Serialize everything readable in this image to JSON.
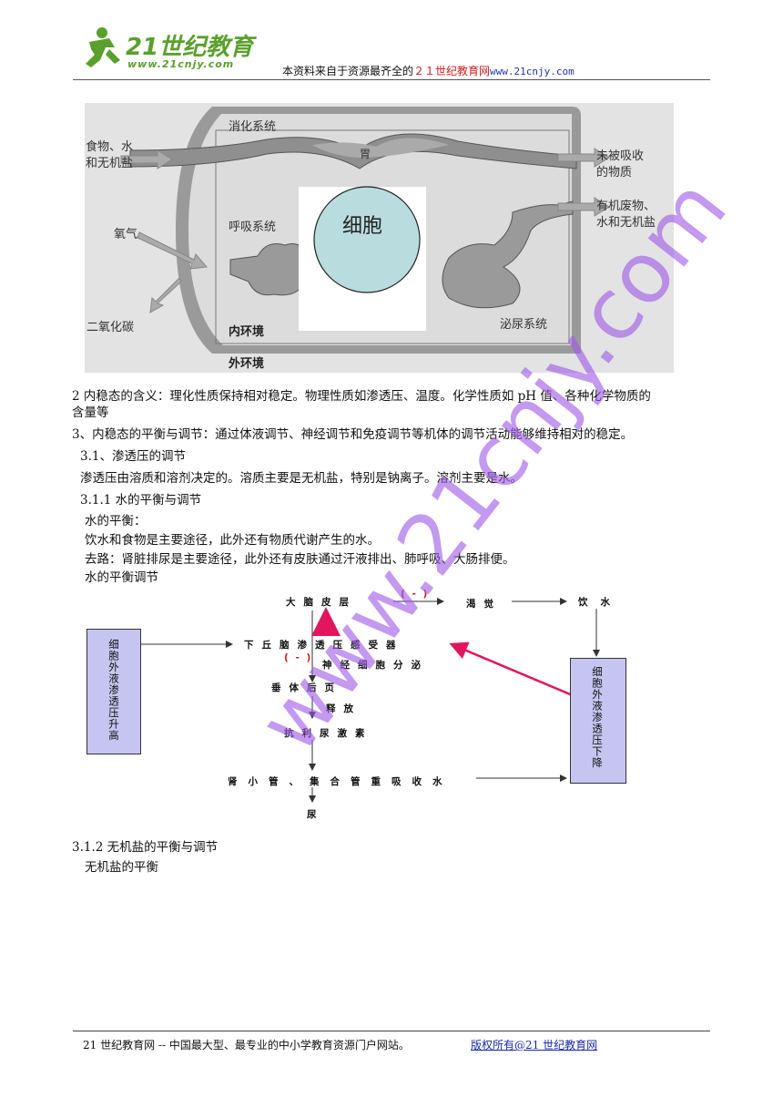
{
  "header": {
    "logo_text": "21世纪教育",
    "logo_url": "www.21cnjy.com",
    "source_prefix": "本资料来自于资源最齐全的",
    "source_site": "２１世纪教育网",
    "source_url": "www.21cnjy.com"
  },
  "figure": {
    "digestive": "消化系统",
    "stomach": "胃",
    "food": [
      "食物、水",
      "和无机盐"
    ],
    "unabsorbed": [
      "未被吸收",
      "的物质"
    ],
    "waste": [
      "有机废物、",
      "水和无机盐"
    ],
    "oxygen": "氧气",
    "respiratory": "呼吸系统",
    "cell": "细胞",
    "co2": "二氧化碳",
    "internal_env": "内环境",
    "urinary": "泌尿系统",
    "external_env": "外环境"
  },
  "text": {
    "p1_line1": "2 内稳态的含义：理化性质保持相对稳定。物理性质如渗透压、温度。化学性质如 pH 值、各种化学物质的",
    "p1_line2": "含量等",
    "p2": "3、内稳态的平衡与调节：通过体液调节、神经调节和免疫调节等机体的调节活动能够维持相对的稳定。",
    "h31": "3.1、渗透压的调节",
    "p31": "渗透压由溶质和溶剂决定的。溶质主要是无机盐，特别是钠离子。溶剂主要是水。",
    "h311": "3.1.1 水的平衡与调节",
    "water_balance": "水的平衡：",
    "intake": "饮水和食物是主要途径，此外还有物质代谢产生的水。",
    "output": "去路：肾脏排尿是主要途径，此外还有皮肤通过汗液排出、肺呼吸、大肠排便。",
    "water_reg": "水的平衡调节",
    "h312": "3.1.2 无机盐的平衡与调节",
    "salt_balance": "无机盐的平衡"
  },
  "flow": {
    "cortex": "大脑皮层",
    "neg1": "( - )",
    "thirst": "渴觉",
    "drink": "饮水",
    "hypothalamus": "下丘脑渗透压感受器",
    "neg2": "( - )",
    "secrete": "神经细胞分泌",
    "pituitary": "垂体后页",
    "release": "释放",
    "adh": "抗利尿激素",
    "kidney": "肾小管、集合管重吸收水",
    "urine": "尿",
    "box_left": "细胞外液渗透压升高",
    "box_right": "细胞外液渗透压下降"
  },
  "watermark": "www.21cnjy.com",
  "footer": {
    "left": "21 世纪教育网 -- 中国最大型、最专业的中小学教育资源门户网站。",
    "right": "版权所有@21 世纪教育网"
  },
  "colors": {
    "accent_red": "#d31c1c",
    "arrow_pink": "#e4155f",
    "box_fill": "#c6c5f2",
    "cell_fill": "#b9dcdf",
    "link_blue": "#1b27a6"
  }
}
